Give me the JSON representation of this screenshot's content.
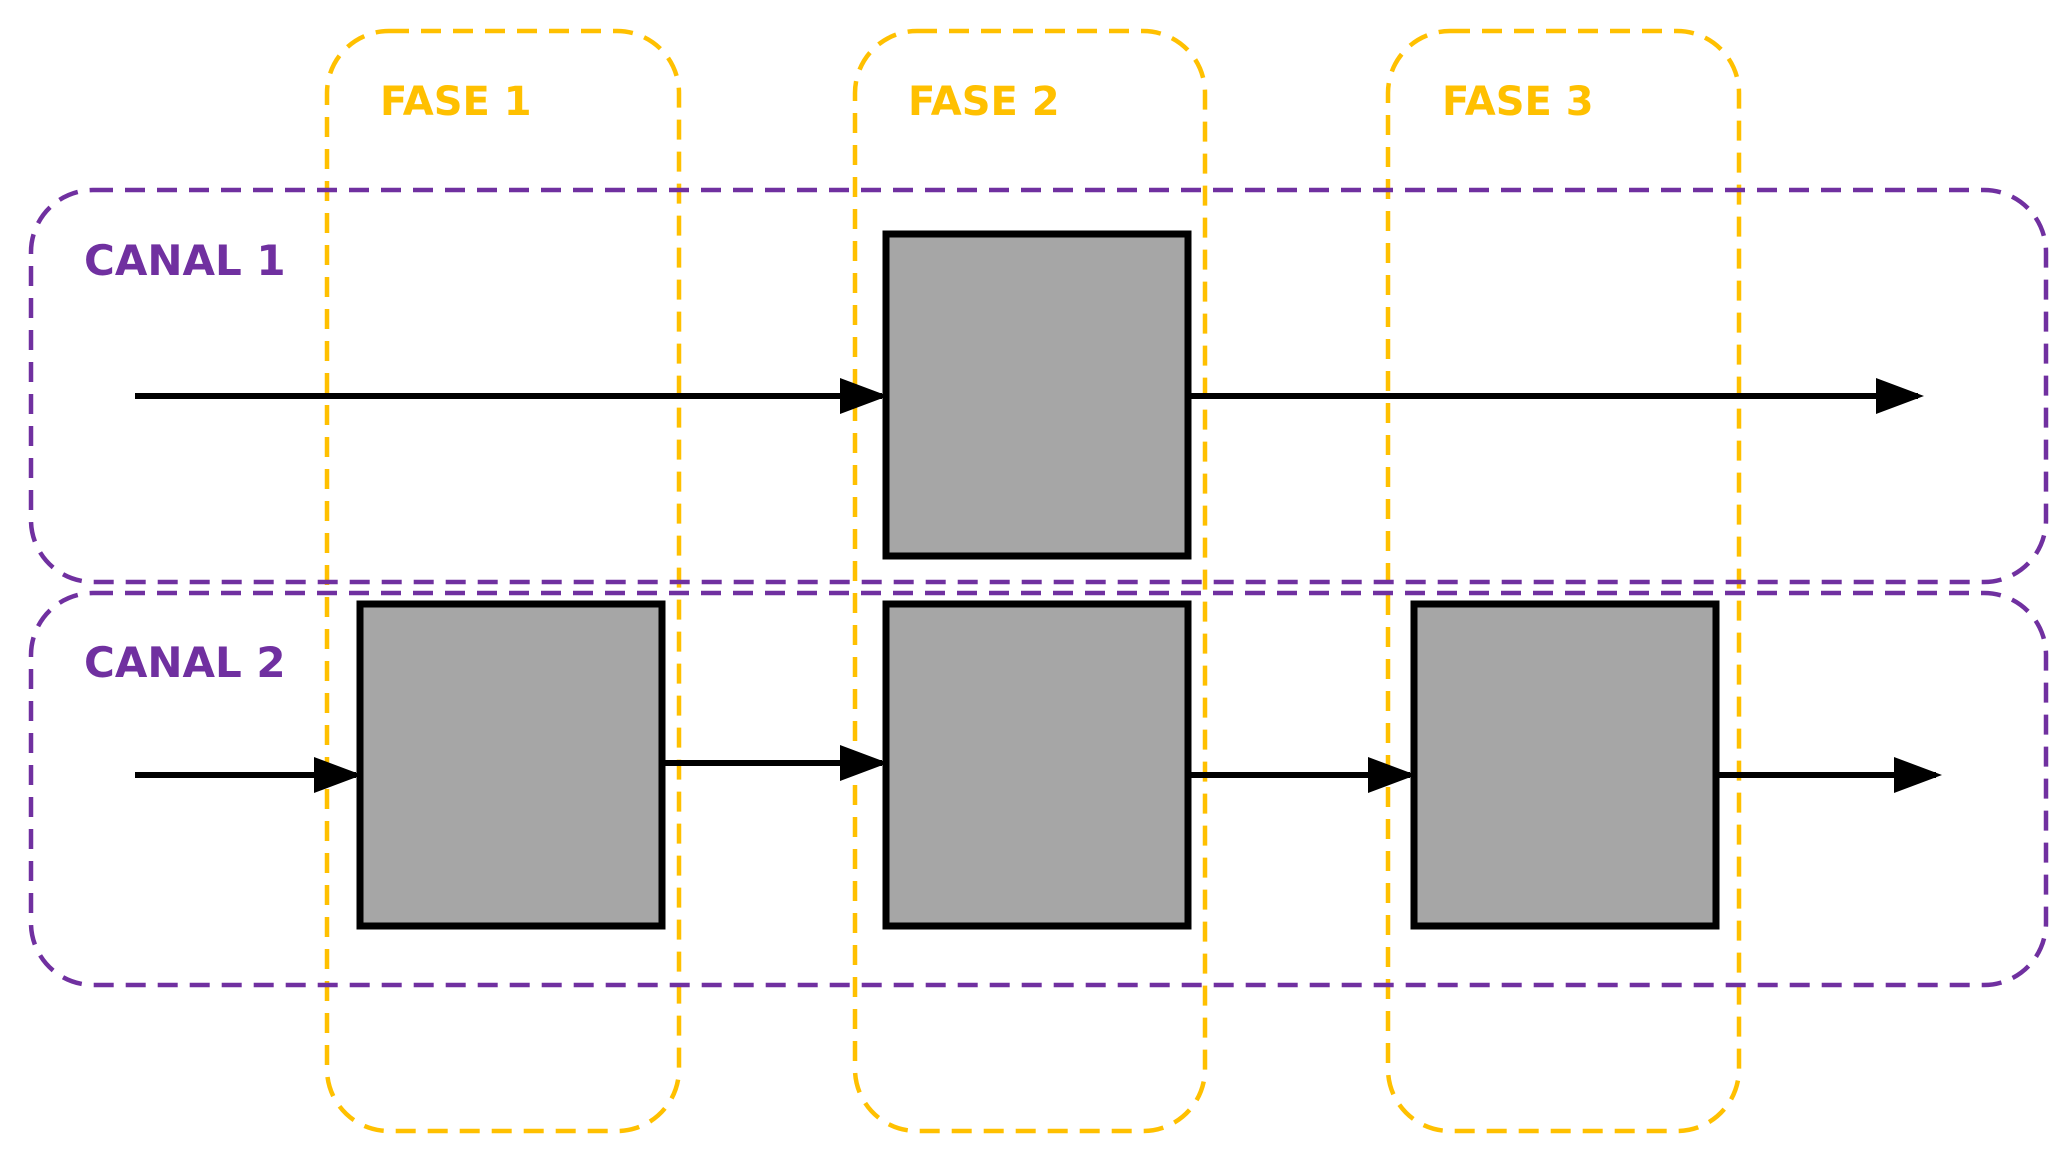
{
  "colors": {
    "phase": "#FFC000",
    "channel": "#7030A0",
    "block_fill": "#A6A6A6",
    "line": "#000000"
  },
  "phases": [
    {
      "label": "FASE 1"
    },
    {
      "label": "FASE 2"
    },
    {
      "label": "FASE 3"
    }
  ],
  "channels": [
    {
      "label": "CANAL 1"
    },
    {
      "label": "CANAL 2"
    }
  ]
}
